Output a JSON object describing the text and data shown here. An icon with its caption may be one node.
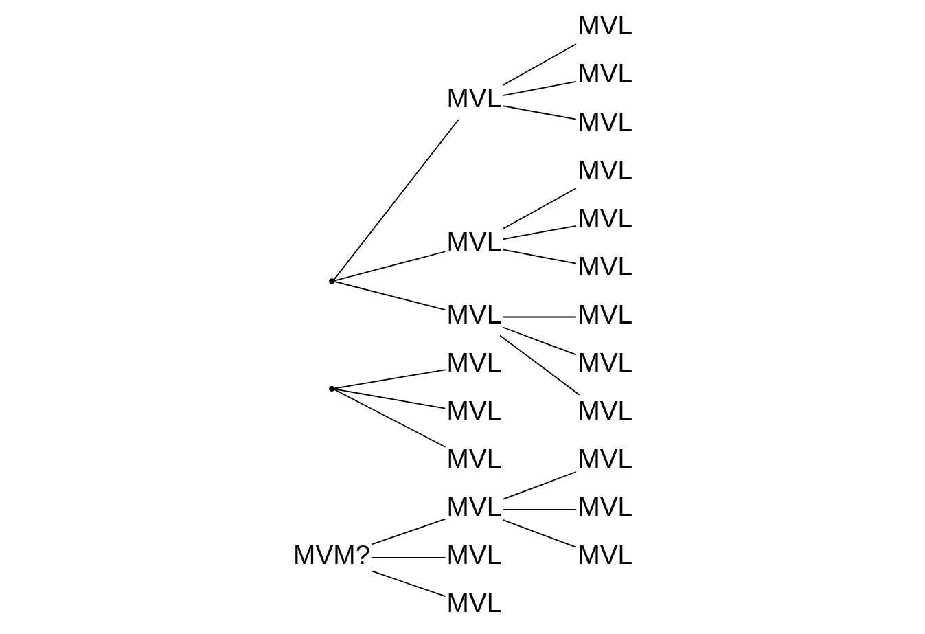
{
  "diagram": {
    "nodes": [
      {
        "text": [
          "MVM?"
        ]
      },
      {
        "text": [
          "MVL"
        ]
      },
      {
        "text": [
          "MVL"
        ]
      },
      {
        "text": [
          "MVL"
        ]
      },
      {
        "text": [
          "MVL"
        ]
      },
      {
        "text": [
          "MVL"
        ]
      },
      {
        "text": [
          "MVL"
        ]
      },
      {
        "text": [],
        "shape": "point"
      },
      {
        "text": [
          "MVL"
        ]
      },
      {
        "text": [
          "MVL"
        ]
      },
      {
        "text": [
          "MVL"
        ]
      },
      {
        "text": [
          "MVL"
        ]
      },
      {
        "text": [
          "MVL"
        ]
      },
      {
        "text": [
          "MVL"
        ]
      },
      {
        "text": [
          "MVL"
        ]
      },
      {
        "text": [
          "MVL"
        ]
      },
      {
        "text": [
          "MVL"
        ]
      },
      {
        "text": [
          "MVL"
        ]
      },
      {
        "text": [
          "MVL"
        ]
      },
      {
        "text": [
          "MVL"
        ]
      },
      {
        "text": [],
        "shape": "point"
      },
      {
        "text": [
          "MVL"
        ]
      },
      {
        "text": [
          "MVL"
        ]
      },
      {
        "text": [
          "MVL"
        ]
      }
    ],
    "edges": [
      {
        "from": 0,
        "to": 1,
        "arrow": "none"
      },
      {
        "from": 0,
        "to": 2,
        "arrow": "none"
      },
      {
        "from": 0,
        "to": 3,
        "arrow": "none"
      },
      {
        "from": 1,
        "to": 4,
        "arrow": "none"
      },
      {
        "from": 1,
        "to": 5,
        "arrow": "none"
      },
      {
        "from": 1,
        "to": 6,
        "arrow": "none"
      },
      {
        "from": 7,
        "to": 8,
        "arrow": "none"
      },
      {
        "from": 7,
        "to": 12,
        "arrow": "none"
      },
      {
        "from": 7,
        "to": 16,
        "arrow": "none"
      },
      {
        "from": 8,
        "to": 9,
        "arrow": "none"
      },
      {
        "from": 8,
        "to": 10,
        "arrow": "none"
      },
      {
        "from": 8,
        "to": 11,
        "arrow": "none"
      },
      {
        "from": 12,
        "to": 13,
        "arrow": "none"
      },
      {
        "from": 12,
        "to": 14,
        "arrow": "none"
      },
      {
        "from": 12,
        "to": 15,
        "arrow": "none"
      },
      {
        "from": 16,
        "to": 17,
        "arrow": "none"
      },
      {
        "from": 16,
        "to": 18,
        "arrow": "none"
      },
      {
        "from": 16,
        "to": 19,
        "arrow": "none"
      },
      {
        "from": 20,
        "to": 21,
        "arrow": "none"
      },
      {
        "from": 20,
        "to": 22,
        "arrow": "none"
      },
      {
        "from": 20,
        "to": 23,
        "arrow": "none"
      }
    ]
  }
}
